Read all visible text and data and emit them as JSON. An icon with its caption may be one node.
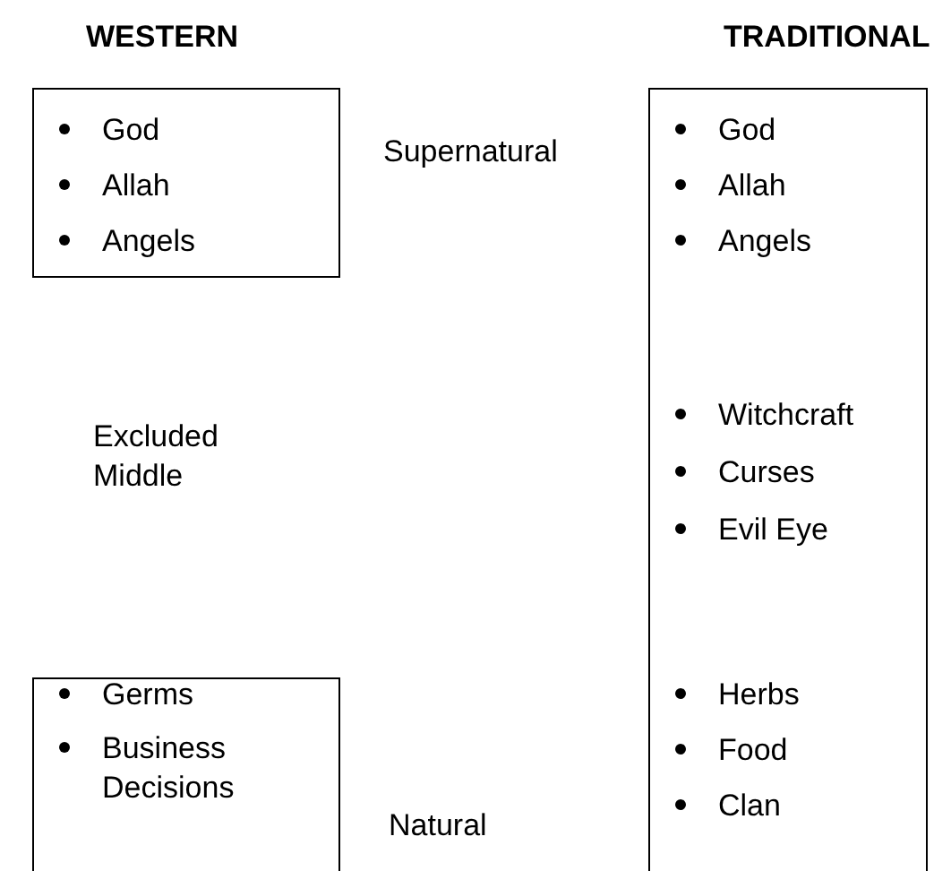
{
  "diagram": {
    "nodes": [
      {
        "text": [
          "God",
          "Allah",
          "Angels"
        ]
      },
      {
        "text": [
          "Germs",
          "Business Decisions"
        ]
      },
      {
        "text": [
          "God",
          "Allah",
          "Angels",
          "Witchcraft",
          "Curses",
          "Evil Eye",
          "Herbs",
          "Food",
          "Clan"
        ]
      }
    ],
    "labels": [
      "WESTERN",
      "TRADITIONAL",
      "Supernatural",
      "Excluded Middle",
      "Natural"
    ]
  }
}
